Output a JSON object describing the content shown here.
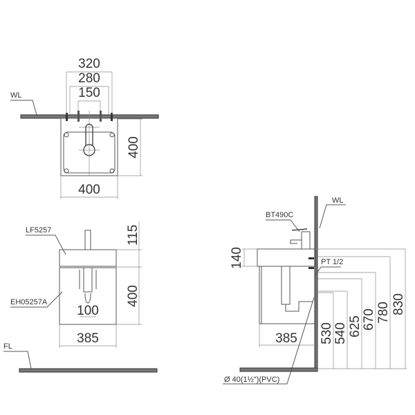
{
  "top_view": {
    "dims": {
      "w320": "320",
      "w280": "280",
      "w150": "150",
      "depth": "400",
      "width": "400"
    },
    "labels": {
      "wall": "WL"
    }
  },
  "front_view": {
    "dims": {
      "faucet_height": "115",
      "cabinet_height": "400",
      "drain_spacing": "100",
      "cabinet_width": "385"
    },
    "labels": {
      "basin": "LF5257",
      "cabinet": "EH05257A",
      "floor": "FL"
    }
  },
  "side_view": {
    "dims": {
      "basin_thickness": "140",
      "cabinet_depth": "385",
      "heights": [
        "530",
        "540",
        "625",
        "670",
        "780",
        "830"
      ]
    },
    "labels": {
      "faucet": "BT490C",
      "wall": "WL",
      "supply": "PT 1/2",
      "drain": "Ø 40(1½\")(PVC)"
    }
  },
  "colors": {
    "line": "#555555",
    "wall_fill": "#777777",
    "text": "#333333"
  }
}
